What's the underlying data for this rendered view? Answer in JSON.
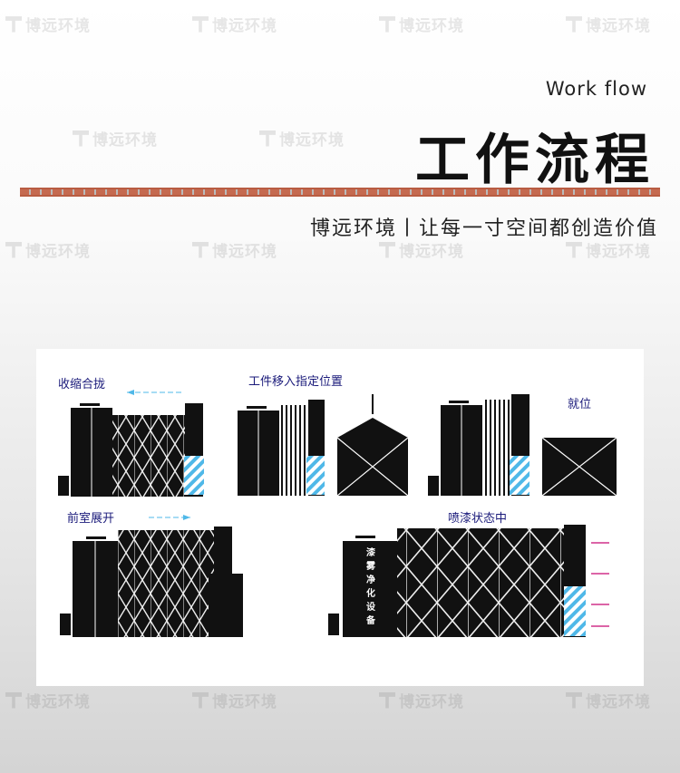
{
  "watermark": {
    "text": "博远环境"
  },
  "header": {
    "subtitle_en": "Work flow",
    "title_cn": "工作流程",
    "slogan": "博远环境丨让每一寸空间都创造价值"
  },
  "diagram": {
    "steps": [
      {
        "label": "收缩合拢"
      },
      {
        "label": "工件移入指定位置"
      },
      {
        "label": "就位"
      },
      {
        "label": "前室展开"
      },
      {
        "label": "喷漆状态中"
      }
    ],
    "equipment_label": "漆雾净化设备"
  },
  "colors": {
    "accent_stripe": "#c56a50",
    "hatch": "#4fb8e8",
    "arrow": "#d0308a"
  }
}
